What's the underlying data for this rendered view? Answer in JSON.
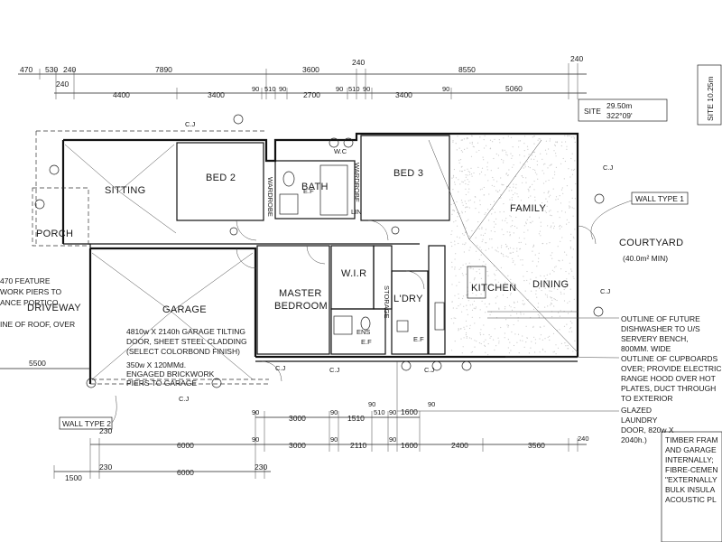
{
  "dimensions": {
    "top_row1": [
      "470",
      "530",
      "240",
      "7890",
      "3600",
      "240",
      "8550",
      "240"
    ],
    "top_row2": [
      "240",
      "4400",
      "3400",
      "90",
      "510",
      "90",
      "2700",
      "90",
      "510",
      "90",
      "3400",
      "90",
      "5060"
    ],
    "left_5500": "5500",
    "bottom_row1": [
      "90",
      "3000",
      "90",
      "1510",
      "510",
      "90",
      "1600"
    ],
    "bottom_row1b": [
      "90",
      "90"
    ],
    "bottom_row2": [
      "230",
      "6000",
      "90",
      "3000",
      "90",
      "2110",
      "90",
      "1600",
      "2400",
      "3560",
      "240"
    ],
    "bottom_row3": [
      "1500",
      "230",
      "6000",
      "230"
    ]
  },
  "rooms": {
    "sitting": "SITTING",
    "bed2": "BED 2",
    "bath": "BATH",
    "bed3": "BED 3",
    "family": "FAMILY",
    "porch": "PORCH",
    "garage": "GARAGE",
    "master1": "MASTER",
    "master2": "BEDROOM",
    "wir": "W.I.R",
    "storage": "STORAGE",
    "ldry": "L'DRY",
    "kitchen": "KITCHEN",
    "dining": "DINING",
    "courtyard": "COURTYARD",
    "courtyard_area": "(40.0m² MIN)",
    "wardrobe_left": "WARDROBE",
    "wardrobe_right": "WARDROBE",
    "lin": "LIN",
    "ens": "ENS",
    "ef1": "E.F",
    "ef2": "E.F",
    "ef3": "E.F",
    "wc": "W.C"
  },
  "site": {
    "site_label": "SITE",
    "site_width": "29.50m",
    "site_bearing": "322°09'",
    "site_side": "SITE 10.25m"
  },
  "labels": {
    "wall_type_1": "WALL TYPE 1",
    "wall_type_2": "WALL TYPE 2",
    "cj": "C.J",
    "driveway": "DRIVEWAY",
    "feature_1": "470 FEATURE",
    "feature_2": "WORK PIERS TO",
    "feature_3": "ANCE PORTICO",
    "roofline": "INE OF ROOF, OVER",
    "garage_door_1": "4810w X 2140h GARAGE TILTING",
    "garage_door_2": "DOOR, SHEET STEEL CLADDING",
    "garage_door_3": "(SELECT COLORBOND FINISH)",
    "piers_1": "350w X 120MMd.",
    "piers_2": "ENGAGED BRICKWORK",
    "piers_3": "PIERS TO GARAGE",
    "notes_future_1": "OUTLINE OF FUTURE",
    "notes_future_2": "DISHWASHER TO U/S",
    "notes_future_3": "SERVERY BENCH,",
    "notes_future_4": "800MM. WIDE",
    "notes_cup_1": "OUTLINE OF CUPBOARDS",
    "notes_cup_2": "OVER; PROVIDE ELECTRIC",
    "notes_cup_3": "RANGE HOOD OVER HOT",
    "notes_cup_4": "PLATES, DUCT THROUGH",
    "notes_cup_5": "TO EXTERIOR",
    "glazed_1": "GLAZED",
    "glazed_2": "LAUNDRY",
    "glazed_3": "DOOR, 820w X",
    "glazed_4": "2040h.)",
    "timber_1": "TIMBER FRAM",
    "timber_2": "AND GARAGE",
    "timber_3": "INTERNALLY;",
    "timber_4": "FIBRE-CEMEN",
    "timber_5": "\"EXTERNALLY",
    "timber_6": "BULK INSULA",
    "timber_7": "ACOUSTIC PL"
  }
}
